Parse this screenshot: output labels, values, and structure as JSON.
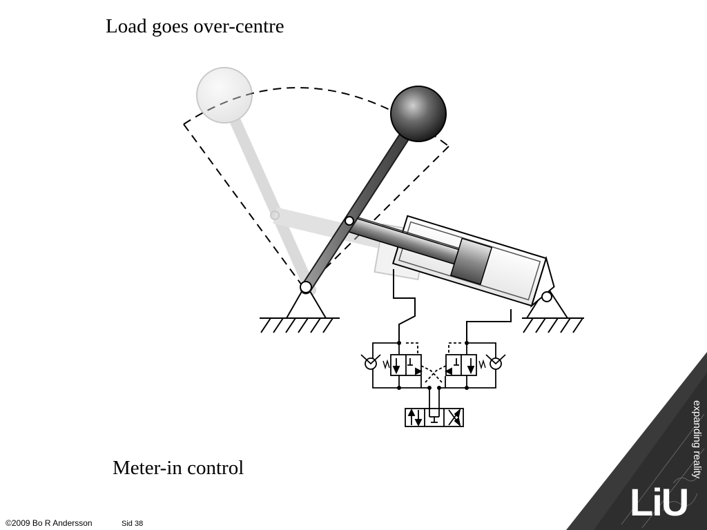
{
  "slide": {
    "title": "Load goes over-centre",
    "caption": "Meter-in control",
    "copyright": "©2009 Bo  R Andersson",
    "page": "Sid 38"
  },
  "logo": {
    "letters": "LiU",
    "slogan": "expanding reality"
  },
  "colors": {
    "background": "#ffffff",
    "text": "#000000",
    "logo_dark": "#3a3a3a",
    "ghost_grey": "#d8d8d8",
    "lever_grey": "#5a5a5a"
  },
  "icons": [
    "load-ball-icon",
    "ground-hatch-icon",
    "cylinder-icon",
    "check-valve-icon",
    "spring-icon",
    "directional-valve-icon"
  ]
}
